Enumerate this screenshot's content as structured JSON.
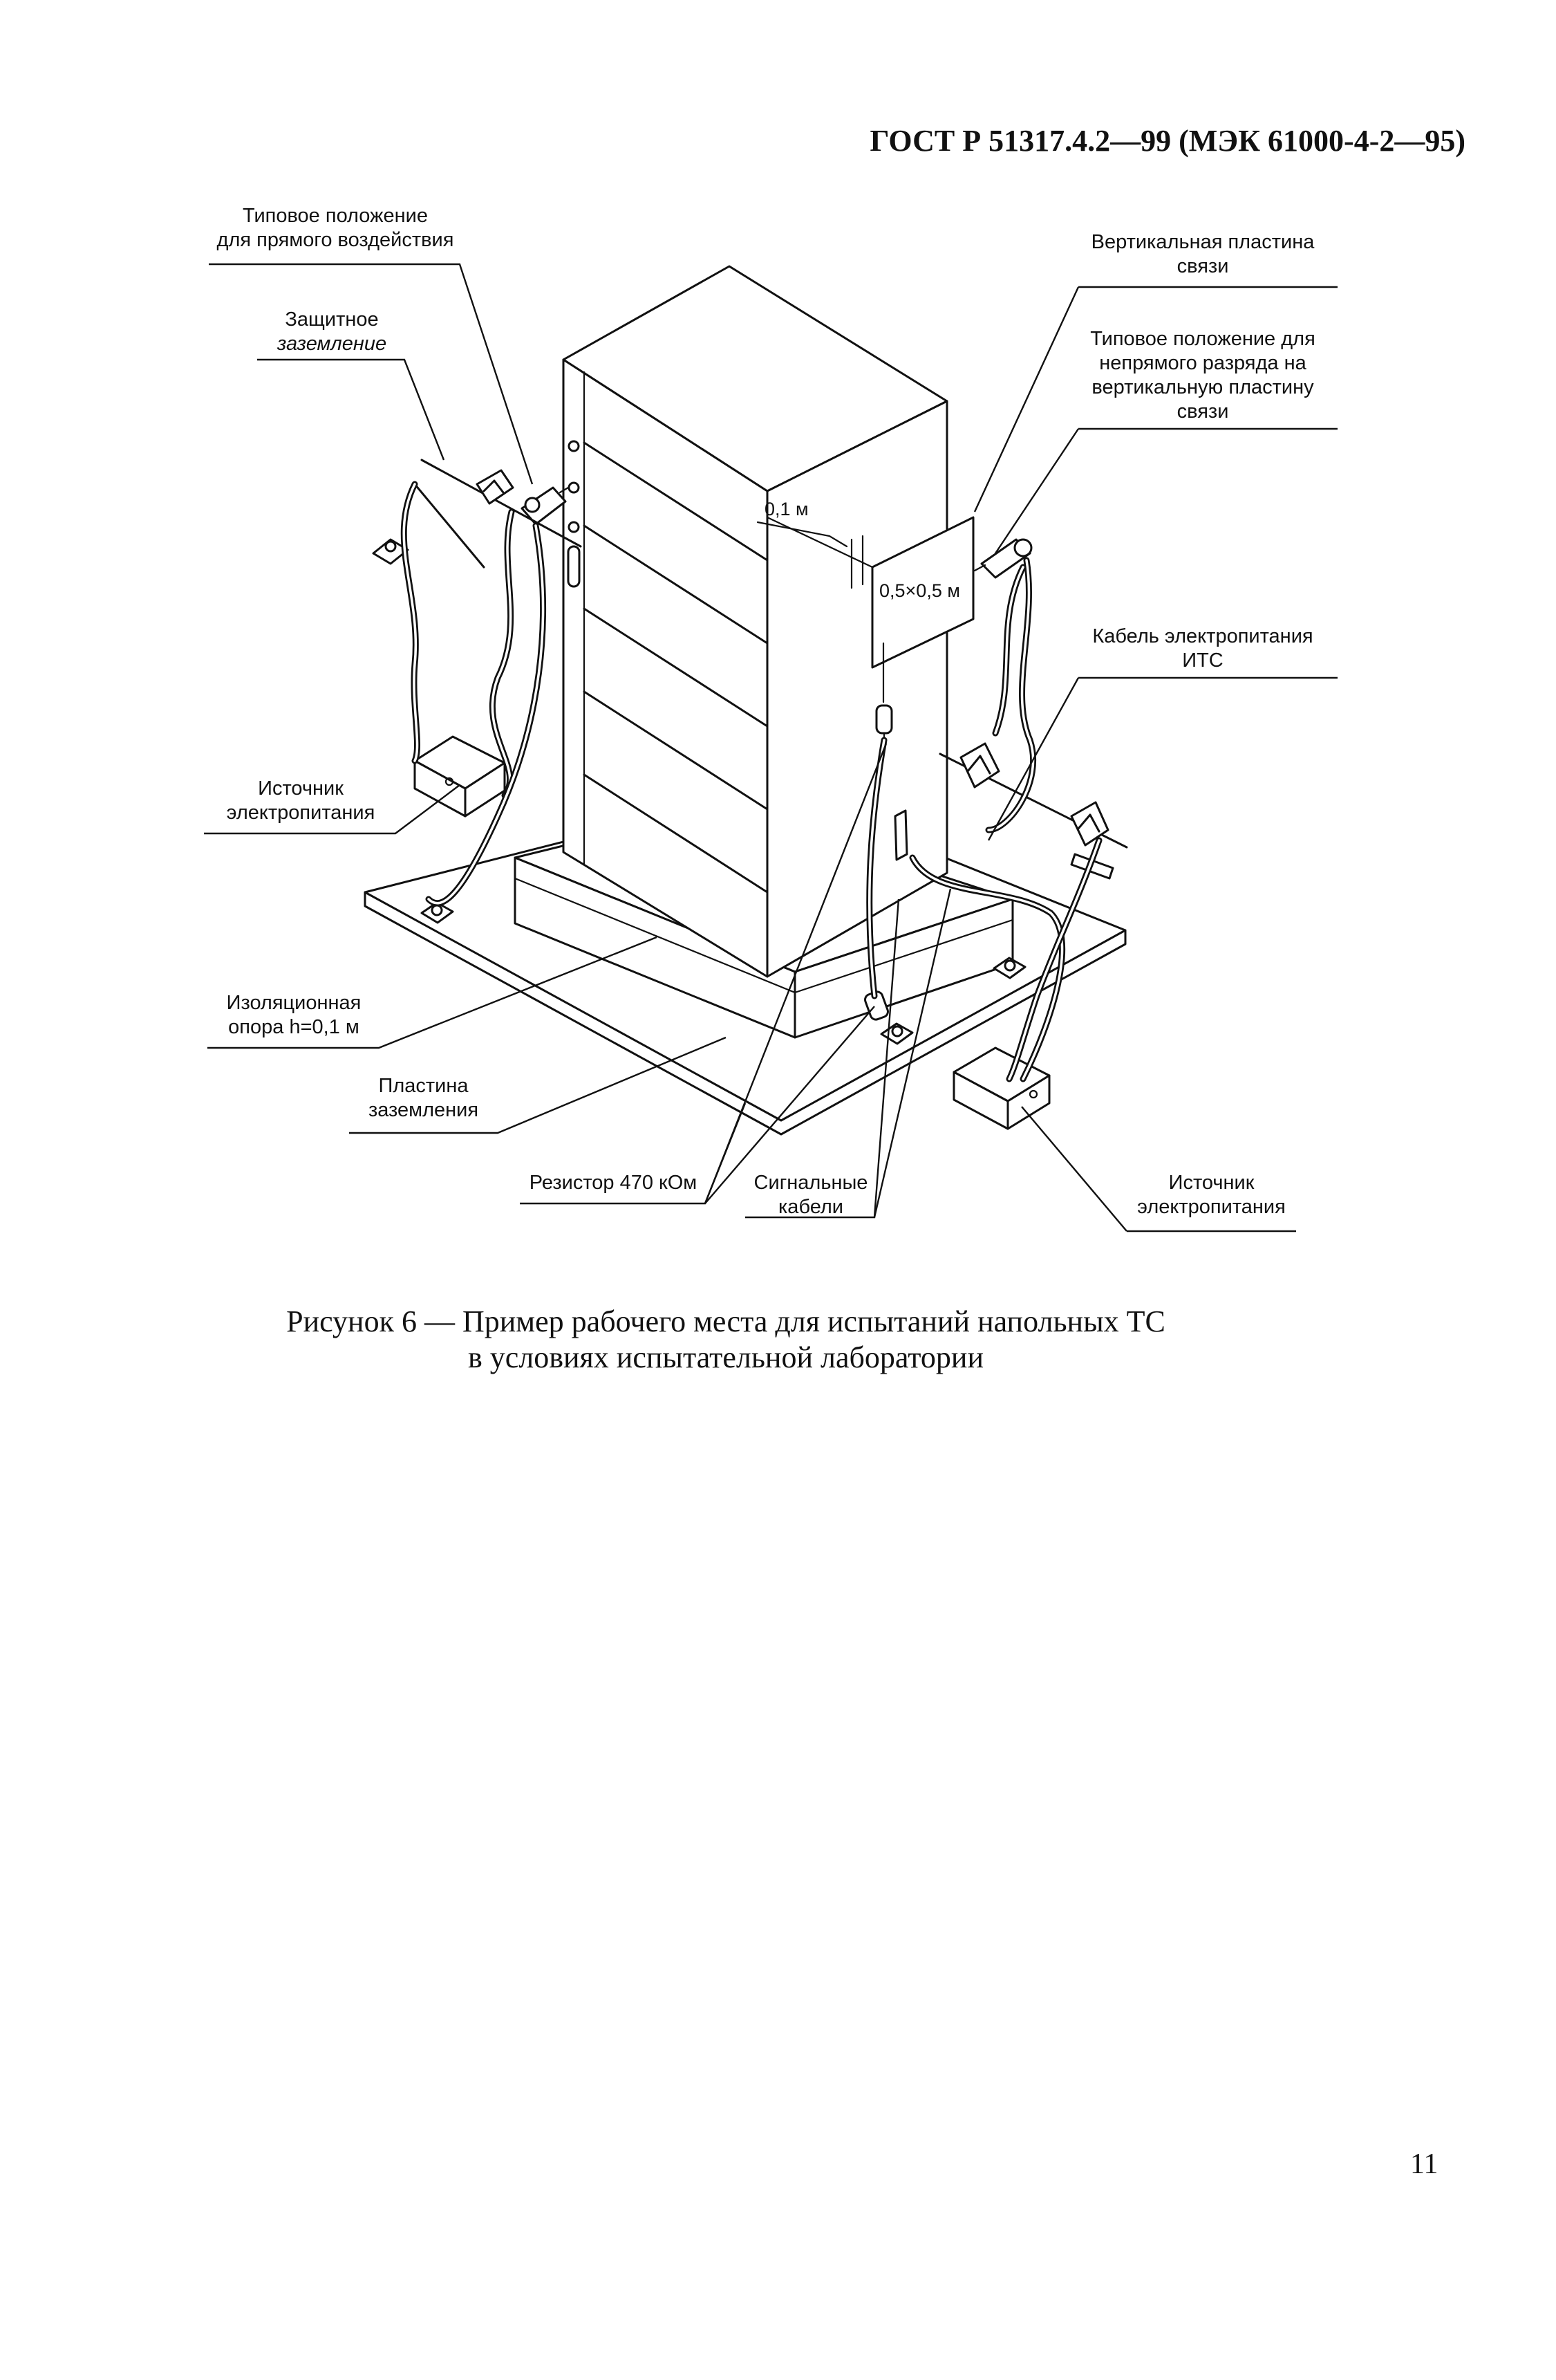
{
  "header": {
    "title": "ГОСТ Р 51317.4.2—99 (МЭК 61000-4-2—95)"
  },
  "labels": {
    "direct_position": [
      "Типовое положение",
      "для прямого воздействия"
    ],
    "protective_ground": [
      "Защитное",
      "заземление"
    ],
    "vertical_plate": [
      "Вертикальная пластина",
      "связи"
    ],
    "indirect_position": [
      "Типовое положение для",
      "непрямого разряда на",
      "вертикальную пластину",
      "связи"
    ],
    "power_cable": [
      "Кабель электропитания",
      "ИТС"
    ],
    "power_source_left": [
      "Источник",
      "электропитания"
    ],
    "insulating_support": [
      "Изоляционная",
      "опора h=0,1 м"
    ],
    "ground_plate": [
      "Пластина",
      "заземления"
    ],
    "resistor": [
      "Резистор 470 кОм"
    ],
    "signal_cables": [
      "Сигнальные",
      "кабели"
    ],
    "power_source_right": [
      "Источник",
      "электропитания"
    ]
  },
  "dimensions": {
    "gap": "0,1 м",
    "plate_size": "0,5×0,5 м"
  },
  "caption": [
    "Рисунок 6 — Пример рабочего места для испытаний напольных ТС",
    "в условиях испытательной лаборатории"
  ],
  "page_number": "11"
}
